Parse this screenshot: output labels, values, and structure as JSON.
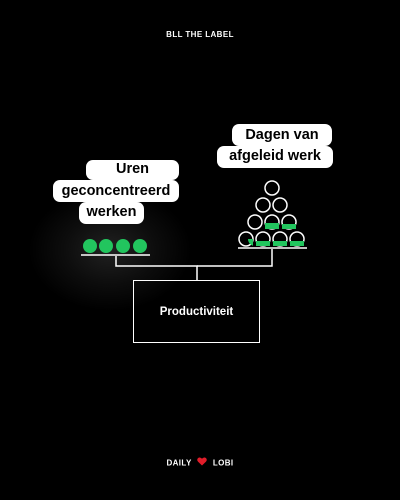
{
  "brand": "BLL THE LABEL",
  "left_label": [
    "Uren",
    "geconcentreerd",
    "werken"
  ],
  "right_label": [
    "Dagen van",
    "afgeleid werk"
  ],
  "center_box": "Productiviteit",
  "footer": {
    "left": "DAILY",
    "right": "LOBI"
  },
  "colors": {
    "background": "#000000",
    "accent_green": "#22c55e",
    "heart_red": "#e11d2a",
    "line": "#ffffff"
  },
  "icons": [
    "full-green-circle-icon",
    "half-filled-circle-icon",
    "heart-icon"
  ]
}
